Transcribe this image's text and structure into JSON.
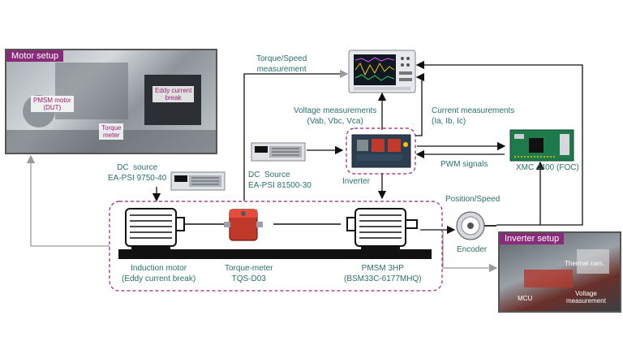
{
  "motor_setup": {
    "title": "Motor setup",
    "pmsm_annot": "PMSM motor\n(DUT)",
    "eddy_annot": "Eddy current\nbreak",
    "torque_annot": "Torque\nmeter"
  },
  "inverter_setup": {
    "title": "Inverter setup",
    "thermal_annot": "Thermal cam.",
    "mcu_annot": "MCU",
    "voltage_annot": "Voltage\nmeasurement"
  },
  "labels": {
    "torque_speed": "Torque/Speed\nmeasurement",
    "voltage_meas": "Voltage measurements\n(Vab, Vbc, Vca)",
    "current_meas": "Current measurements\n(Ia, Ib, Ic)",
    "pwm": "PWM signals",
    "xmc": "XMC 4400 (FOC)",
    "dc_source_1": "DC  source\nEA-PSI 9750-40",
    "dc_source_2": "DC  Source\nEA-PSI 81500-30",
    "inverter": "Inverter",
    "position_speed": "Position/Speed",
    "encoder": "Encoder",
    "induction_motor": "Induction motor\n(Eddy current break)",
    "torque_meter": "Torque-meter\nTQS-D03",
    "pmsm": "PMSM 3HP\n(BSM33C-6177MHQ)"
  }
}
